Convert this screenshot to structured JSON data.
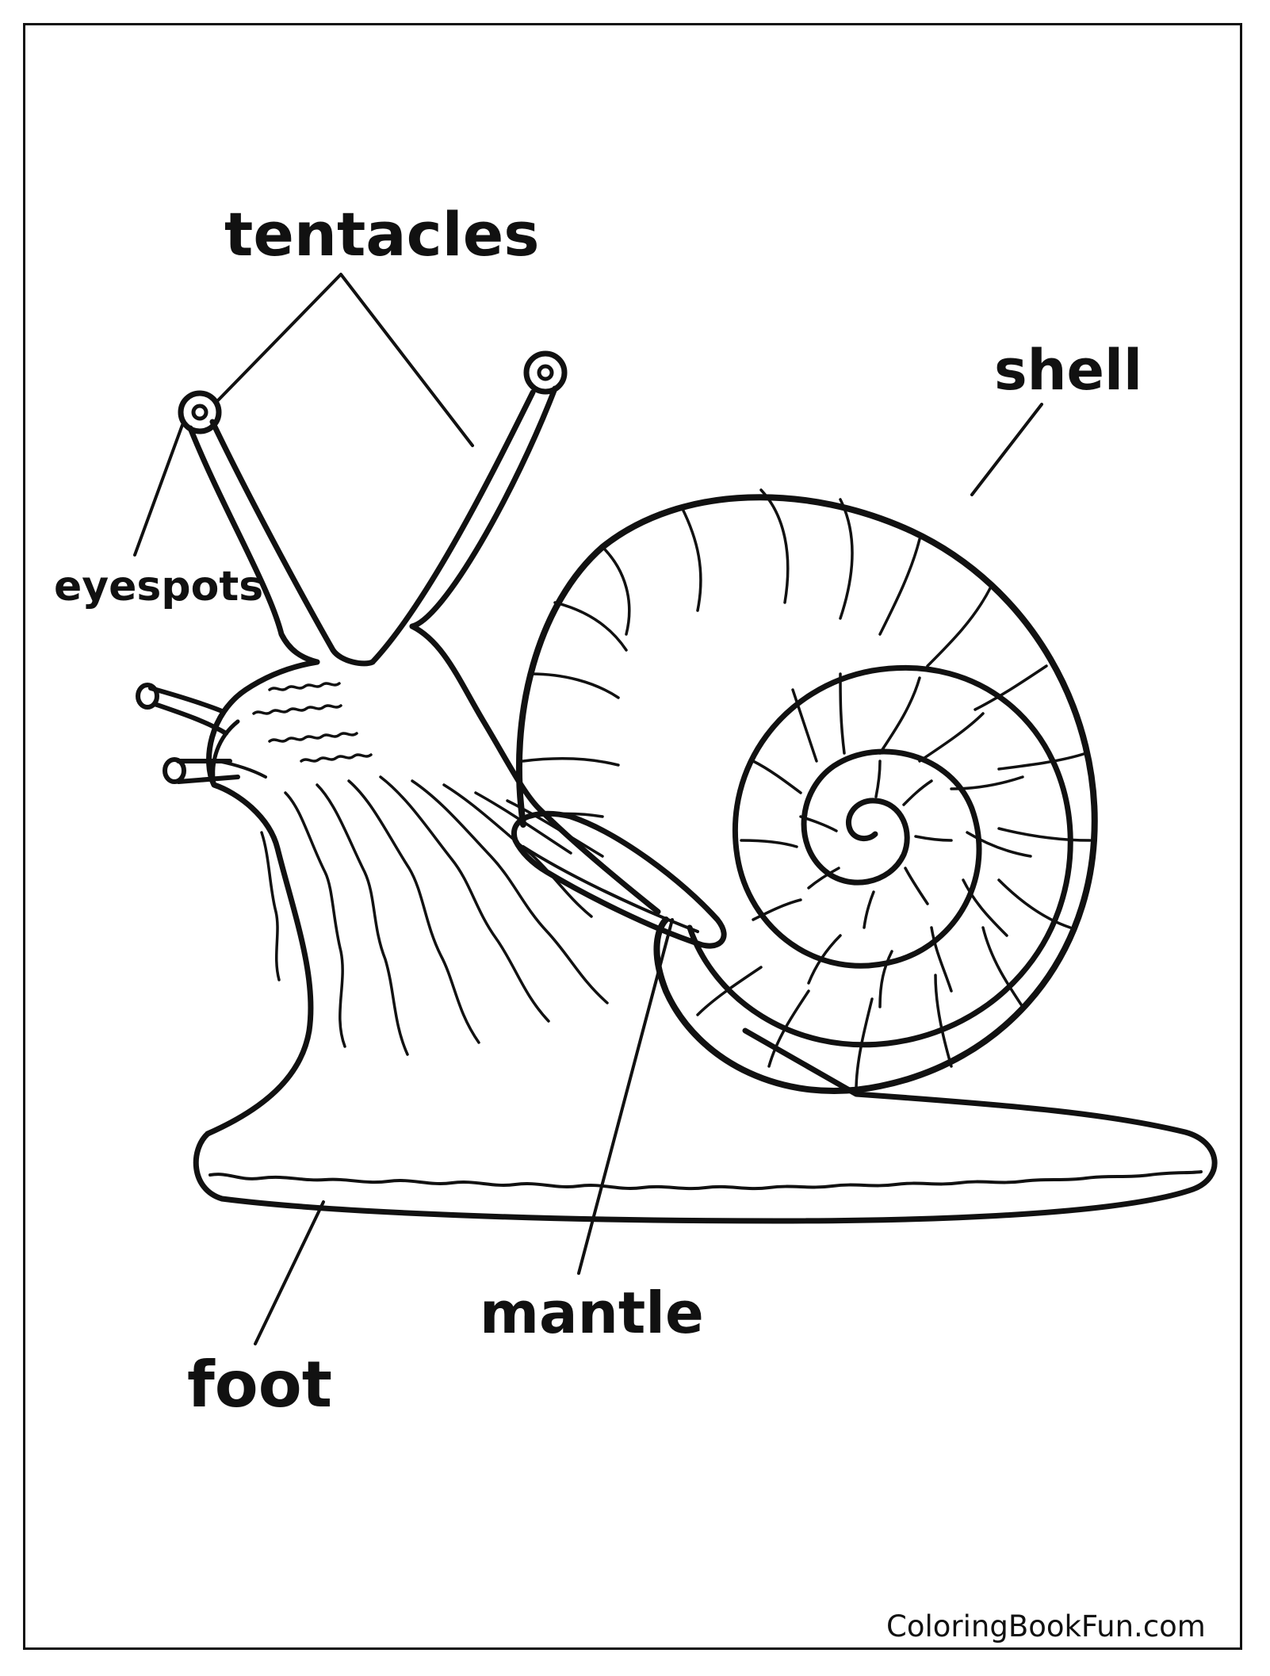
{
  "labels": {
    "tentacles": "tentacles",
    "shell": "shell",
    "eyespots": "eyespots",
    "mantle": "mantle",
    "foot": "foot"
  },
  "watermark": "ColoringBookFun.com",
  "colors": {
    "line": "#111111",
    "background": "#ffffff"
  }
}
